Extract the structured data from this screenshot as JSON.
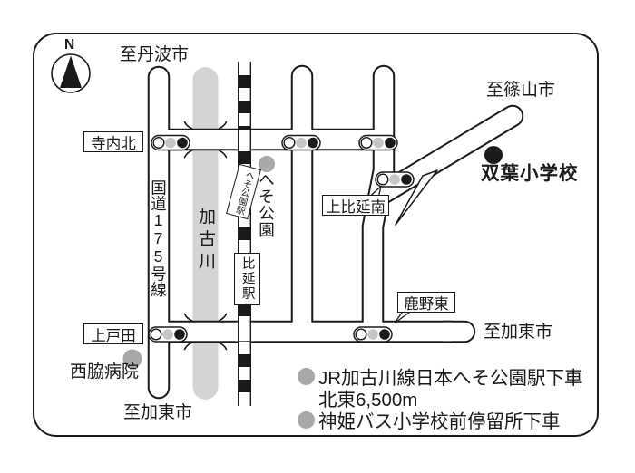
{
  "compass": {
    "label": "N"
  },
  "destinations": {
    "north": "至丹波市",
    "northeast": "至篠山市",
    "east": "至加東市",
    "south": "至加東市"
  },
  "intersections": {
    "terauchi_kita": "寺内北",
    "kamihie_minami": "上比延南",
    "kano_higashi": "鹿野東",
    "kamitoda": "上戸田"
  },
  "roads": {
    "route175": "国道175号線"
  },
  "river": {
    "name": "加古川"
  },
  "railway": {
    "heso_koen_station": "へそ公園駅",
    "hie_station": "比延駅"
  },
  "places": {
    "heso_park": "へそ公園",
    "futaba_school": "双葉小学校",
    "nishiwaki_hospital": "西脇病院"
  },
  "legend": {
    "jr_note": "JR加古川線日本へそ公園駅下車",
    "distance_note": "北東6,500m",
    "bus_note": "神姫バス小学校前停留所下車"
  },
  "colors": {
    "line": "#1a1a1a",
    "river_gray": "#d4d4d4",
    "dot_gray": "#a8a8a8",
    "signal_gray": "#c6c6c6",
    "background": "#ffffff"
  }
}
